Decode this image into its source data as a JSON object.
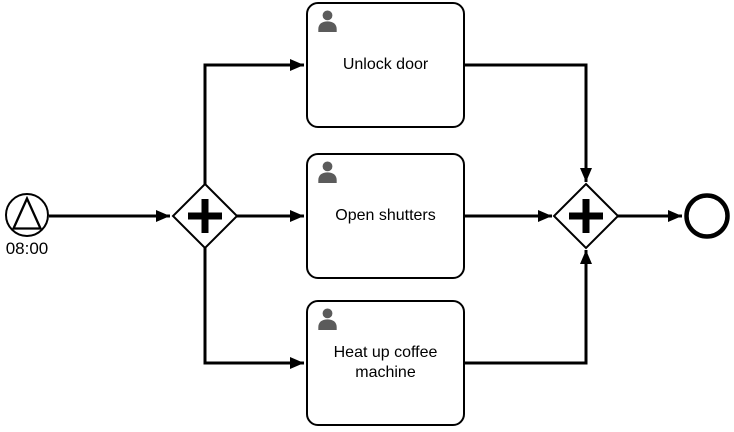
{
  "diagram_type": "bpmn-process",
  "colors": {
    "stroke": "#000000",
    "shape_fill": "#ffffff",
    "user_icon": "#5b5b5b",
    "text": "#000000",
    "background": "#ffffff"
  },
  "start_event": {
    "label": "08:00",
    "icon": "signal-triangle-icon"
  },
  "gateways": {
    "split": {
      "type": "parallel",
      "symbol": "+"
    },
    "join": {
      "type": "parallel",
      "symbol": "+"
    }
  },
  "tasks": [
    {
      "label": "Unlock door",
      "icon": "user-icon"
    },
    {
      "label": "Open shutters",
      "icon": "user-icon"
    },
    {
      "label": "Heat up coffee machine",
      "icon": "user-icon"
    }
  ],
  "end_event": {
    "type": "end"
  }
}
